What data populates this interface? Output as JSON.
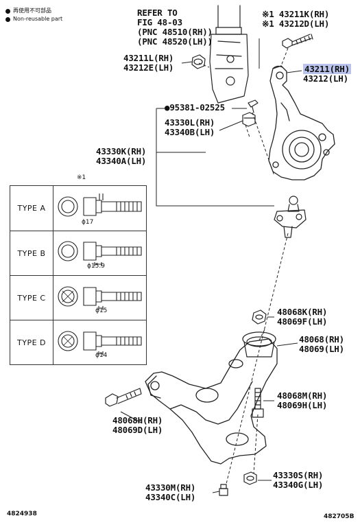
{
  "legend": {
    "items": [
      {
        "icon": "filled-circle-icon",
        "text": "再使用不可部品"
      },
      {
        "icon": "filled-circle-icon",
        "text": "Non-reusable part"
      }
    ]
  },
  "refer": {
    "lines": [
      "REFER TO",
      "FIG 48-03",
      "(PNC 48510(RH))",
      "(PNC 48520(LH))"
    ]
  },
  "parts": {
    "p43211K": {
      "rh": "※1 43211K(RH)",
      "lh": "※1 43212D(LH)"
    },
    "p43211L": {
      "rh": "43211L(RH)",
      "lh": "43212E(LH)"
    },
    "p43211": {
      "rh": "43211(RH)",
      "lh": "43212(LH)"
    },
    "p95381": {
      "text": "●95381-02525"
    },
    "p43330L": {
      "rh": "43330L(RH)",
      "lh": "43340B(LH)"
    },
    "p43330K": {
      "rh": "43330K(RH)",
      "lh": "43340A(LH)"
    },
    "p48068K": {
      "rh": "48068K(RH)",
      "lh": "48069F(LH)"
    },
    "p48068": {
      "rh": "48068(RH)",
      "lh": "48069(LH)"
    },
    "p48068M": {
      "rh": "48068M(RH)",
      "lh": "48069H(LH)"
    },
    "p48068H": {
      "rh": "48068H(RH)",
      "lh": "48069D(LH)"
    },
    "p43330S": {
      "rh": "43330S(RH)",
      "lh": "43340G(LH)"
    },
    "p43330M": {
      "rh": "43330M(RH)",
      "lh": "43340C(LH)"
    }
  },
  "types": {
    "ref_mark": "※1",
    "rows": [
      {
        "label": "TYPE A",
        "dim": "ϕ17"
      },
      {
        "label": "TYPE B",
        "dim": "ϕ15.9"
      },
      {
        "label": "TYPE C",
        "dim": "ϕ15"
      },
      {
        "label": "TYPE D",
        "dim": "ϕ14"
      }
    ]
  },
  "footer": {
    "left_code": "4824938",
    "right_code": "482705B"
  }
}
